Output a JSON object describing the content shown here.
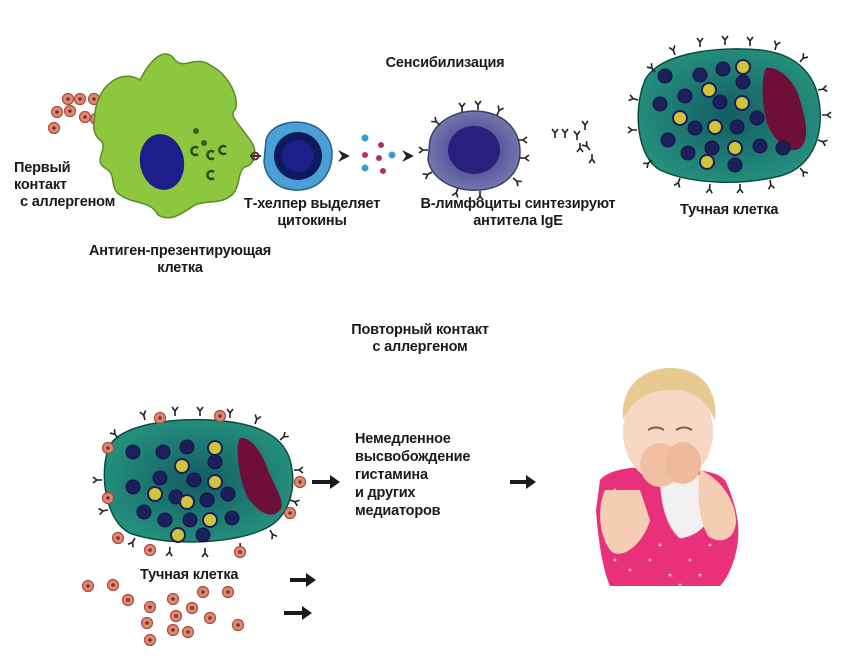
{
  "title": "Сенсибилизация",
  "stage1": {
    "first_contact": [
      "Первый",
      "контакт",
      "с аллергеном"
    ],
    "apc": [
      "Антиген-презентирующая",
      "клетка"
    ],
    "t_helper": [
      "Т-хелпер выделяет",
      "цитокины"
    ],
    "b_lymph": [
      "В-лимфоциты синтезируют",
      "антитела IgE"
    ],
    "mast_cell": "Тучная клетка"
  },
  "stage2": {
    "repeat_contact": [
      "Повторный контакт",
      "с аллергеном"
    ],
    "mast_cell": "Тучная клетка",
    "release": [
      "Немедленное",
      "высвобождение",
      "гистамина",
      "и других",
      "медиаторов"
    ]
  },
  "colors": {
    "apc_green": "#8dc63f",
    "nucleus_blue": "#1c1e8a",
    "t_cell_blue": "#4a9fd6",
    "b_cell_gray": "#6b77a8",
    "mast_teal": "#1f8a7a",
    "mast_nucleus": "#6e0f3a",
    "granule_yellow": "#d9d03a",
    "granule_navy": "#1b1f5c",
    "allergen": "#b5533e",
    "child_shirt": "#e8317a"
  }
}
